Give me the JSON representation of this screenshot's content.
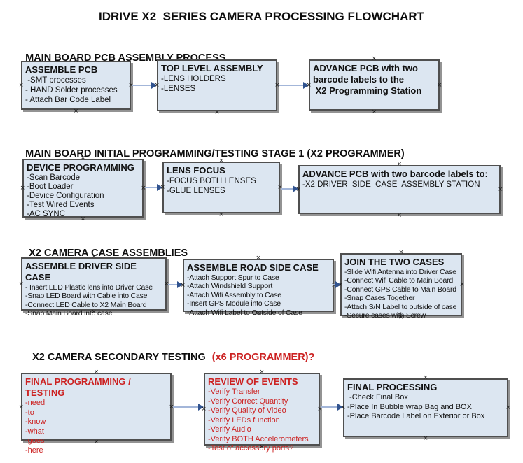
{
  "title": "IDRIVE X2  SERIES CAMERA PROCESSING FLOWCHART",
  "colors": {
    "box_fill": "#dce6f1",
    "box_border": "#4f4f4f",
    "arrow_line": "#a3b6d9",
    "arrow_head": "#31538f",
    "red_text": "#cc2222",
    "black_text": "#111111"
  },
  "sections": [
    {
      "heading": "MAIN BOARD PCB ASSEMBLY PROCESS",
      "boxes": [
        {
          "title": "ASSEMBLE PCB",
          "items": [
            " -SMT processes",
            "- HAND Solder processes",
            "- Attach Bar Code Label"
          ]
        },
        {
          "title": "TOP LEVEL ASSEMBLY",
          "items": [
            "-LENS HOLDERS",
            "-LENSES"
          ]
        },
        {
          "title": "ADVANCE PCB with two\nbarcode labels to the\n X2 Programming Station",
          "items": []
        }
      ]
    },
    {
      "heading": "MAIN BOARD INITIAL PROGRAMMING/TESTING STAGE 1 (X2 PROGRAMMER)",
      "boxes": [
        {
          "title": "DEVICE PROGRAMMING",
          "items": [
            "-Scan Barcode",
            "-Boot Loader",
            "-Device Configuration",
            "-Test Wired Events",
            "-AC SYNC"
          ]
        },
        {
          "title": "LENS FOCUS",
          "items": [
            "-FOCUS BOTH LENSES",
            "-GLUE LENSES"
          ]
        },
        {
          "title": "ADVANCE PCB with two barcode labels to:",
          "items": [
            "-X2 DRIVER  SIDE  CASE  ASSEMBLY STATION"
          ]
        }
      ]
    },
    {
      "heading": "X2 CAMERA CASE ASSEMBLIES",
      "boxes": [
        {
          "title": "ASSEMBLE DRIVER SIDE CASE",
          "items": [
            "- Insert LED Plastic lens into Driver Case",
            "-Snap LED Board with Cable into Case",
            "-Connect LED Cable to X2 Main Board",
            "-Snap Main Board into case"
          ]
        },
        {
          "title": "ASSEMBLE ROAD SIDE CASE",
          "items": [
            "-Attach Support Spur to Case",
            "-Attach Windshield Support",
            "-Attach Wifi Assembly to Case",
            "-Insert GPS Module into Case",
            "-Attach Wifi Label to Outside of Case"
          ]
        },
        {
          "title": "JOIN THE TWO CASES",
          "items": [
            "-Slide Wifi Antenna into Driver Case",
            "-Connect Wifi Cable to Main Board",
            "-Connect GPS Cable to Main Board",
            "-Snap Cases Together",
            "-Attach S/N Label to outside of case",
            "-Secure cases with Screw"
          ]
        }
      ]
    },
    {
      "heading": "X2 CAMERA SECONDARY TESTING",
      "heading_red": "(x6 PROGRAMMER)?",
      "boxes": [
        {
          "title": "FINAL PROGRAMMING / TESTING",
          "items": [
            "-need",
            "-to",
            "-know",
            "-what",
            "-goes",
            "-here"
          ]
        },
        {
          "title": "REVIEW OF EVENTS",
          "items": [
            "-Verify Transfer",
            "-Verify Correct Quantity",
            "-Verify Quality of Video",
            "-Verify LEDs function",
            "-Verify Audio",
            "-Verify BOTH Accelerometers",
            "-Test of accessory ports?"
          ]
        },
        {
          "title": "FINAL PROCESSING",
          "items": [
            " -Check Final Box",
            "-Place In Bubble wrap Bag and BOX",
            "-Place Barcode Label on Exterior or Box"
          ]
        }
      ]
    }
  ]
}
